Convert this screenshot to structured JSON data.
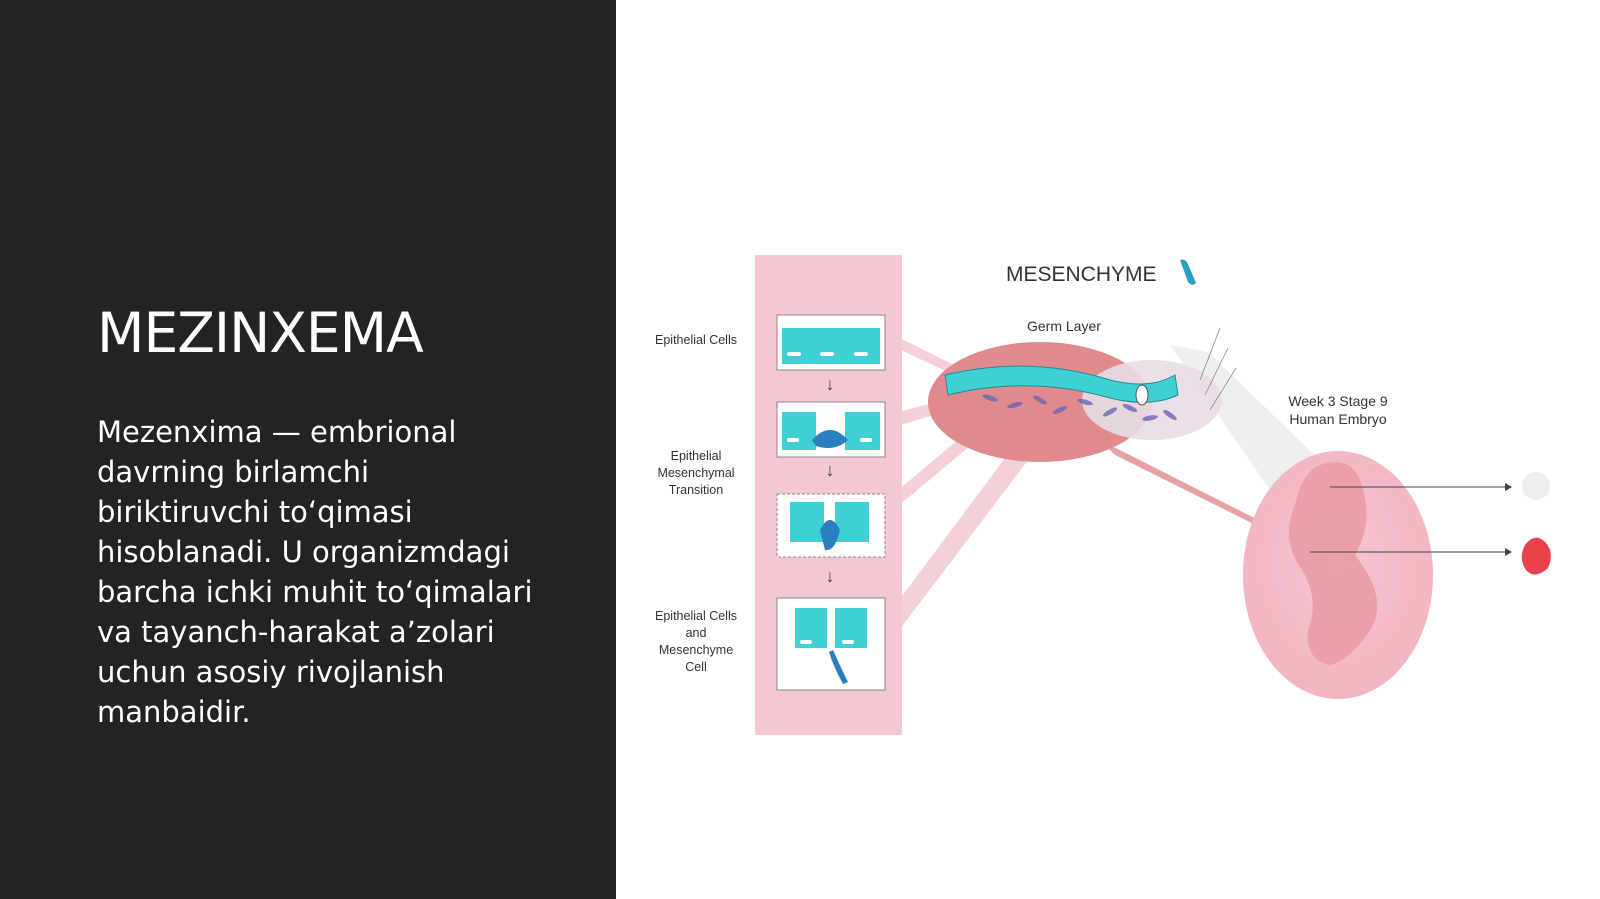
{
  "slide": {
    "title": "MEZINXEMA",
    "body": "Mezenxima — embrional davrning birlamchi biriktiruvchi to‘qimasi hisoblanadi. U organizmdagi barcha ichki muhit to‘qimalari va tayanch-harakat a’zolari uchun asosiy rivojlanish manbaidir."
  },
  "figure": {
    "heading": "MESENCHYME",
    "stage_labels": {
      "epithelial_cells": "Epithelial Cells",
      "emt_line1": "Epithelial",
      "emt_line2": "Mesenchymal",
      "emt_line3": "Transition",
      "mixed_line1": "Epithelial Cells",
      "mixed_line2": "and",
      "mixed_line3": "Mesenchyme",
      "mixed_line4": "Cell"
    },
    "germ_layer": "Germ Layer",
    "embryo_line1": "Week 3 Stage 9",
    "embryo_line2": "Human Embryo",
    "colors": {
      "panel_pink": "#f3c8d2",
      "epithelial_teal": "#3fd0d6",
      "mesenchyme_blue": "#2b7fbf",
      "germ_layer_red": "#e08a8e",
      "embryo_pink": "#f1b3c0",
      "dark_panel": "#232323"
    }
  }
}
